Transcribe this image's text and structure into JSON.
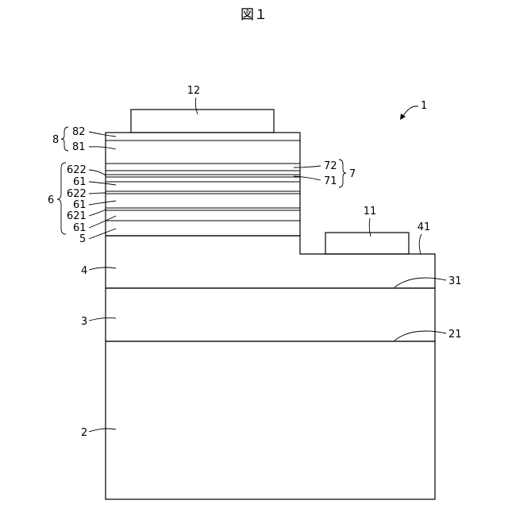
{
  "figure": {
    "title": "図１",
    "labels": {
      "device": "1",
      "substrate": "2",
      "layer3": "3",
      "layer4": "4",
      "layer5": "5",
      "group6": "6",
      "group7": "7",
      "group8": "8",
      "electrode11": "11",
      "electrode12": "12",
      "interface21": "21",
      "interface31": "31",
      "surface41": "41",
      "layer61a": "61",
      "layer61b": "61",
      "layer61c": "61",
      "layer621": "621",
      "layer622a": "622",
      "layer622b": "622",
      "layer71": "71",
      "layer72": "72",
      "layer81": "81",
      "layer82": "82"
    }
  }
}
